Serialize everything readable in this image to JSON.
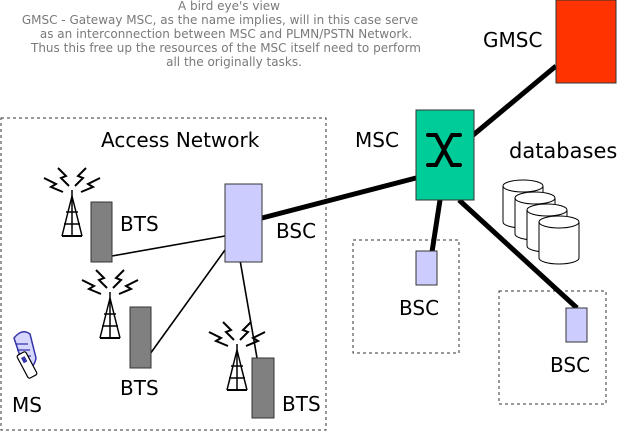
{
  "header": {
    "title": "A bird eye's view",
    "lines": [
      "GMSC - Gateway MSC, as the name implies, will in this case serve",
      "as an interconnection between MSC and PLMN/PSTN Network.",
      "Thus this free up the resources of the MSC itself need to perform",
      "all the originally tasks."
    ]
  },
  "labels": {
    "access_network": "Access Network",
    "gmsc": "GMSC",
    "msc": "MSC",
    "databases": "databases",
    "bsc_main": "BSC",
    "bsc_mid": "BSC",
    "bsc_right": "BSC",
    "bts_1": "BTS",
    "bts_2": "BTS",
    "bts_3": "BTS",
    "ms": "MS"
  },
  "colors": {
    "gmsc_fill": "#ff3300",
    "msc_fill": "#00cc99",
    "bsc_fill": "#ccccff",
    "bts_fill": "#808080",
    "database_fill": "#ffffff",
    "caption_text": "#7a7a7a",
    "box_border": "#333333"
  },
  "icons": {
    "msc_switch": "switch-cross-icon",
    "tower": "radio-tower-icon",
    "ms": "mobile-station-icon",
    "database": "database-cylinder-icon"
  }
}
